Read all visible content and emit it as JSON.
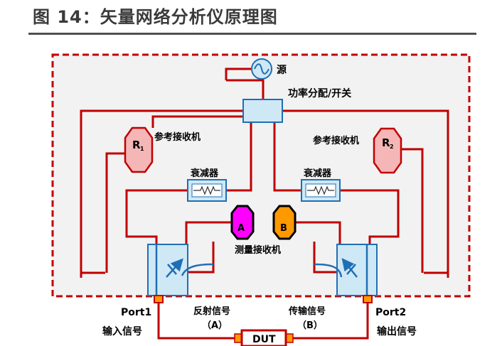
{
  "title": "图 14：矢量网络分析仪原理图",
  "labels": {
    "source": "源",
    "power_splitter": "功率分配/开关",
    "ref_receiver_left": "参考接收机",
    "ref_receiver_right": "参考接收机",
    "r1": "R",
    "r1_sub": "1",
    "r2": "R",
    "r2_sub": "2",
    "attenuator_left": "衰减器",
    "attenuator_right": "衰减器",
    "rx_a": "A",
    "rx_b": "B",
    "measurement_receiver": "测量接收机",
    "port1": "Port1",
    "port2": "Port2",
    "input_signal": "输入信号",
    "output_signal": "输出信号",
    "reflected_signal": "反射信号",
    "reflected_tag": "（A）",
    "transmitted_signal": "传输信号",
    "transmitted_tag": "（B）",
    "dut": "DUT"
  },
  "colors": {
    "wire": "#c00000",
    "panel_border": "#c00000",
    "panel_fill": "#f2f2f2",
    "ref_receiver_fill": "#f4b6b6",
    "receiver_a_fill": "#ff00ff",
    "receiver_b_fill": "#ff9900",
    "block_fill": "#cfe8f6",
    "block_stroke": "#1f6fb4",
    "port_fill": "#ff9900",
    "title_text": "#3a3a3a"
  }
}
